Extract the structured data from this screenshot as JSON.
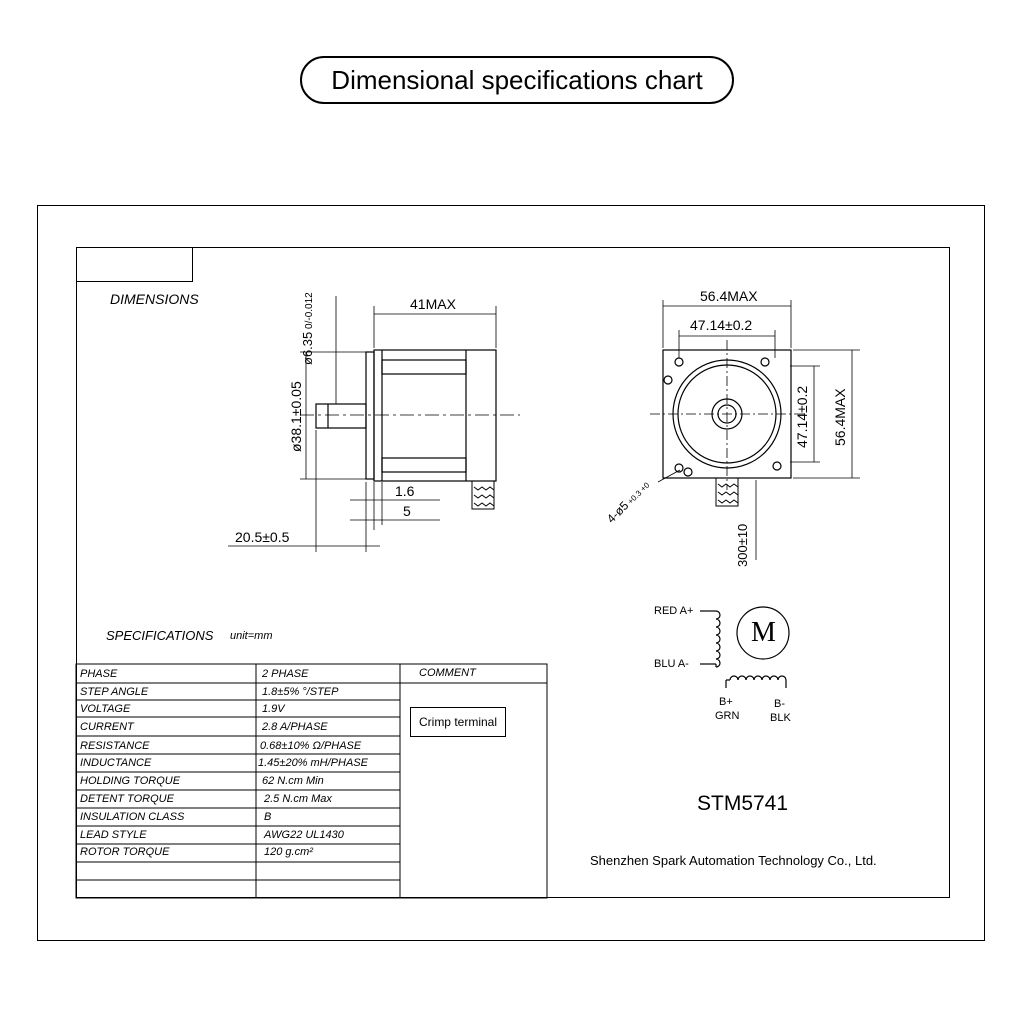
{
  "title": "Dimensional specifications chart",
  "sections": {
    "dimensions_label": "DIMENSIONS",
    "specifications_label": "SPECIFICATIONS",
    "unit_label": "unit=mm",
    "comment_label": "COMMENT"
  },
  "dimensions": {
    "body_length": "41MAX",
    "shaft_dia_base": "ø6.35",
    "shaft_tol_upper": "0",
    "shaft_tol_lower": "-0.012",
    "pilot_dia": "ø38.1±0.05",
    "pilot_depth": "1.6",
    "flange_thickness": "5",
    "shaft_length": "20.5±0.5",
    "frame_width": "56.4MAX",
    "hole_spacing_h": "47.14±0.2",
    "hole_spacing_v": "47.14±0.2",
    "frame_height": "56.4MAX",
    "mount_holes_base": "4-ø5",
    "mount_holes_tol": "+0.3 +0",
    "lead_length": "300±10"
  },
  "specifications": [
    {
      "key": "PHASE",
      "value": "2  PHASE"
    },
    {
      "key": "STEP ANGLE",
      "value": "1.8±5% °/STEP"
    },
    {
      "key": "VOLTAGE",
      "value": "1.9V"
    },
    {
      "key": "CURRENT",
      "value": "2.8 A/PHASE"
    },
    {
      "key": "RESISTANCE",
      "value": "0.68±10%  Ω/PHASE"
    },
    {
      "key": "INDUCTANCE",
      "value": "1.45±20% mH/PHASE"
    },
    {
      "key": "HOLDING TORQUE",
      "value": "62 N.cm Min"
    },
    {
      "key": "DETENT TORQUE",
      "value": "2.5 N.cm Max"
    },
    {
      "key": "INSULATION CLASS",
      "value": "B"
    },
    {
      "key": "LEAD STYLE",
      "value": "AWG22 UL1430"
    },
    {
      "key": "ROTOR TORQUE",
      "value": "120 g.cm²"
    }
  ],
  "comment": "Crimp terminal",
  "wiring": {
    "motor_symbol": "M",
    "red": "RED  A+",
    "blu": "BLU  A-",
    "b_plus": "B+",
    "grn": "GRN",
    "b_minus": "B-",
    "blk": "BLK"
  },
  "model": "STM5741",
  "company": "Shenzhen Spark Automation Technology Co., Ltd."
}
